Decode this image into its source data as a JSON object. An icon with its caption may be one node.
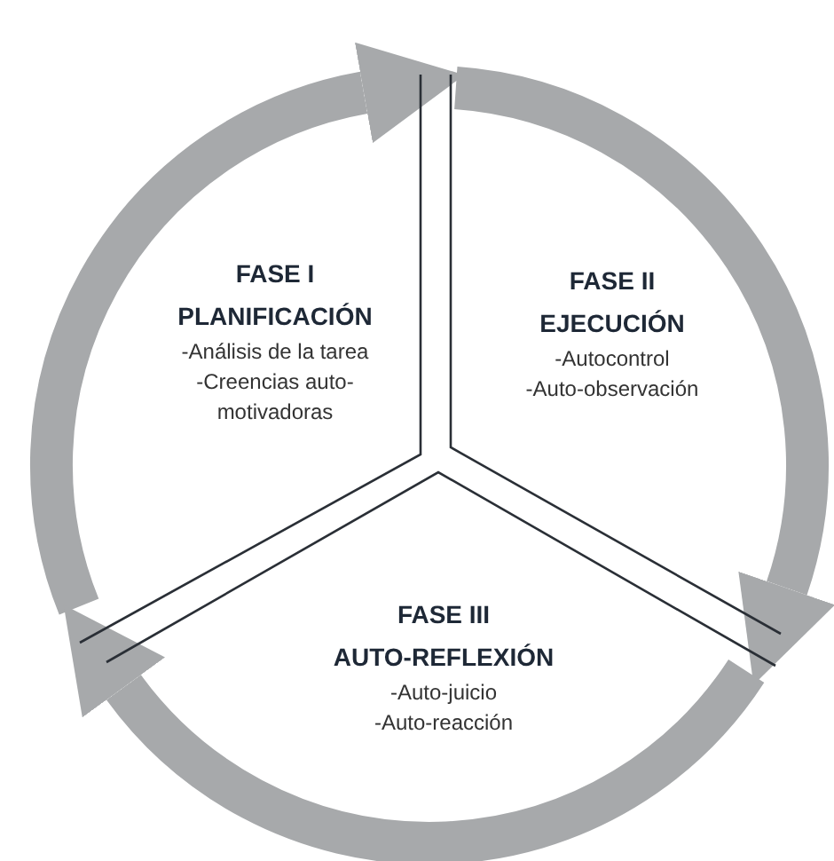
{
  "diagram": {
    "nodes": [
      {
        "text": [
          "FASE I",
          "PLANIFICACIÓN",
          "-Análisis de la tarea",
          "-Creencias auto-motivadoras"
        ]
      },
      {
        "text": [
          "FASE II",
          "EJECUCIÓN",
          "-Autocontrol",
          "-Auto-observación"
        ]
      },
      {
        "text": [
          "FASE III",
          "AUTO-REFLEXIÓN",
          "-Auto-juicio",
          "-Auto-reacción"
        ]
      }
    ],
    "edges": [
      {
        "from": 0,
        "to": 1,
        "arrow": "to"
      },
      {
        "from": 1,
        "to": 2,
        "arrow": "to"
      },
      {
        "from": 2,
        "to": 0,
        "arrow": "to"
      }
    ]
  }
}
